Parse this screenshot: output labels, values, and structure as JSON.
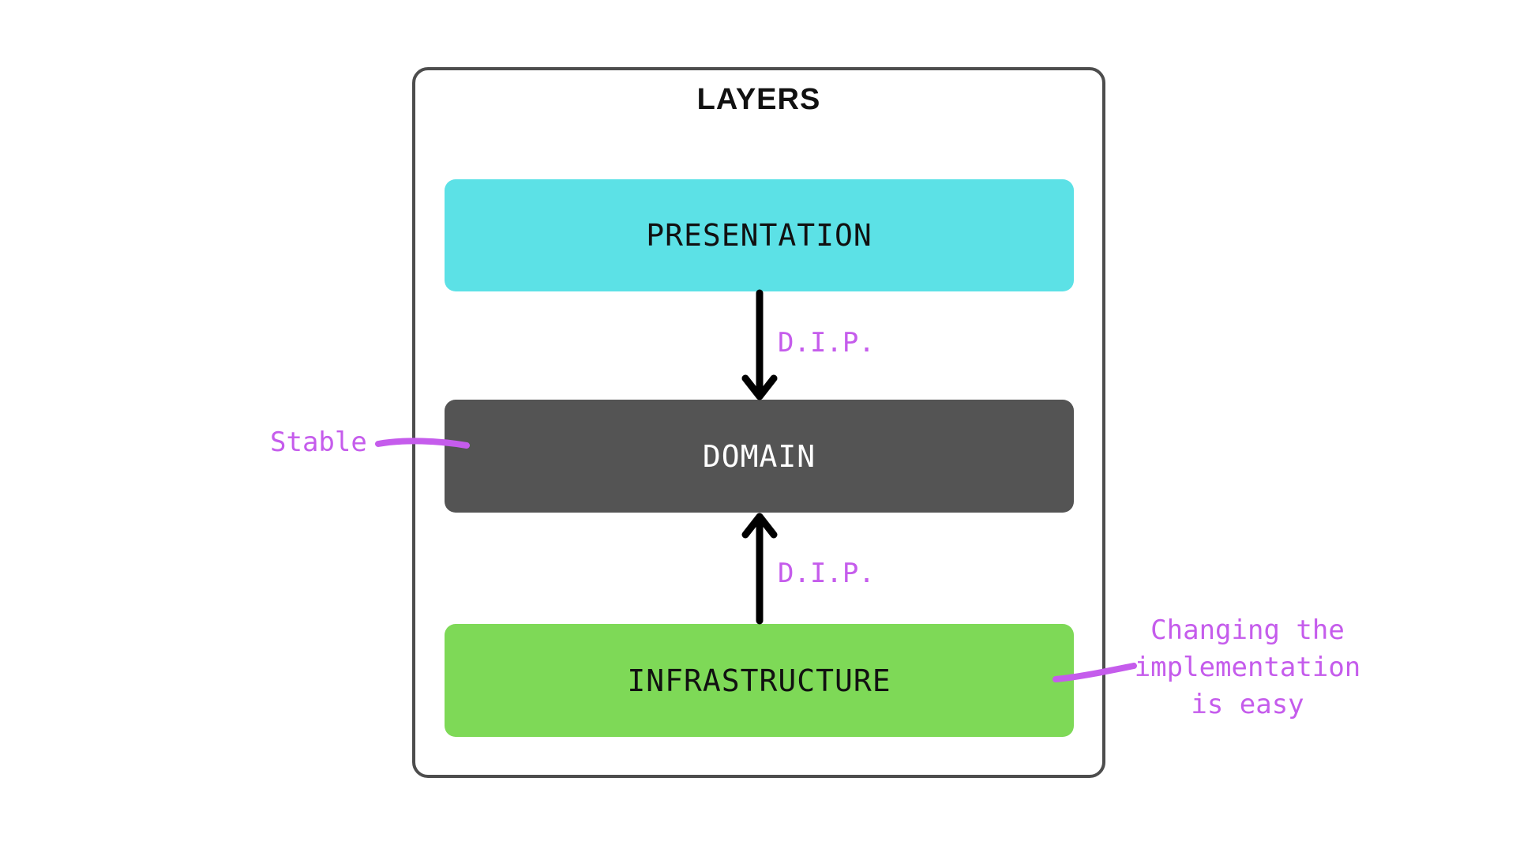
{
  "diagram": {
    "title": "LAYERS",
    "layers": [
      {
        "id": "presentation",
        "label": "PRESENTATION",
        "bg": "#5CE1E6",
        "text_color": "#111111"
      },
      {
        "id": "domain",
        "label": "DOMAIN",
        "bg": "#545454",
        "text_color": "#FFFFFF"
      },
      {
        "id": "infrastructure",
        "label": "INFRASTRUCTURE",
        "bg": "#7ED957",
        "text_color": "#111111"
      }
    ],
    "arrows": [
      {
        "from": "presentation",
        "to": "domain",
        "direction": "down",
        "label": "D.I.P."
      },
      {
        "from": "infrastructure",
        "to": "domain",
        "direction": "up",
        "label": "D.I.P."
      }
    ],
    "annotations": [
      {
        "id": "stable",
        "target": "domain",
        "text": "Stable"
      },
      {
        "id": "changing",
        "target": "infrastructure",
        "text": "Changing the implementation is easy",
        "lines": [
          "Changing the",
          "implementation",
          "is easy"
        ]
      }
    ],
    "colors": {
      "presentation_cyan": "#5CE1E6",
      "domain_gray": "#545454",
      "infrastructure_green": "#7ED957",
      "annotation_purple": "#C55CEC",
      "frame_border_gray": "#4D4D4D",
      "arrow_black": "#000000"
    }
  }
}
